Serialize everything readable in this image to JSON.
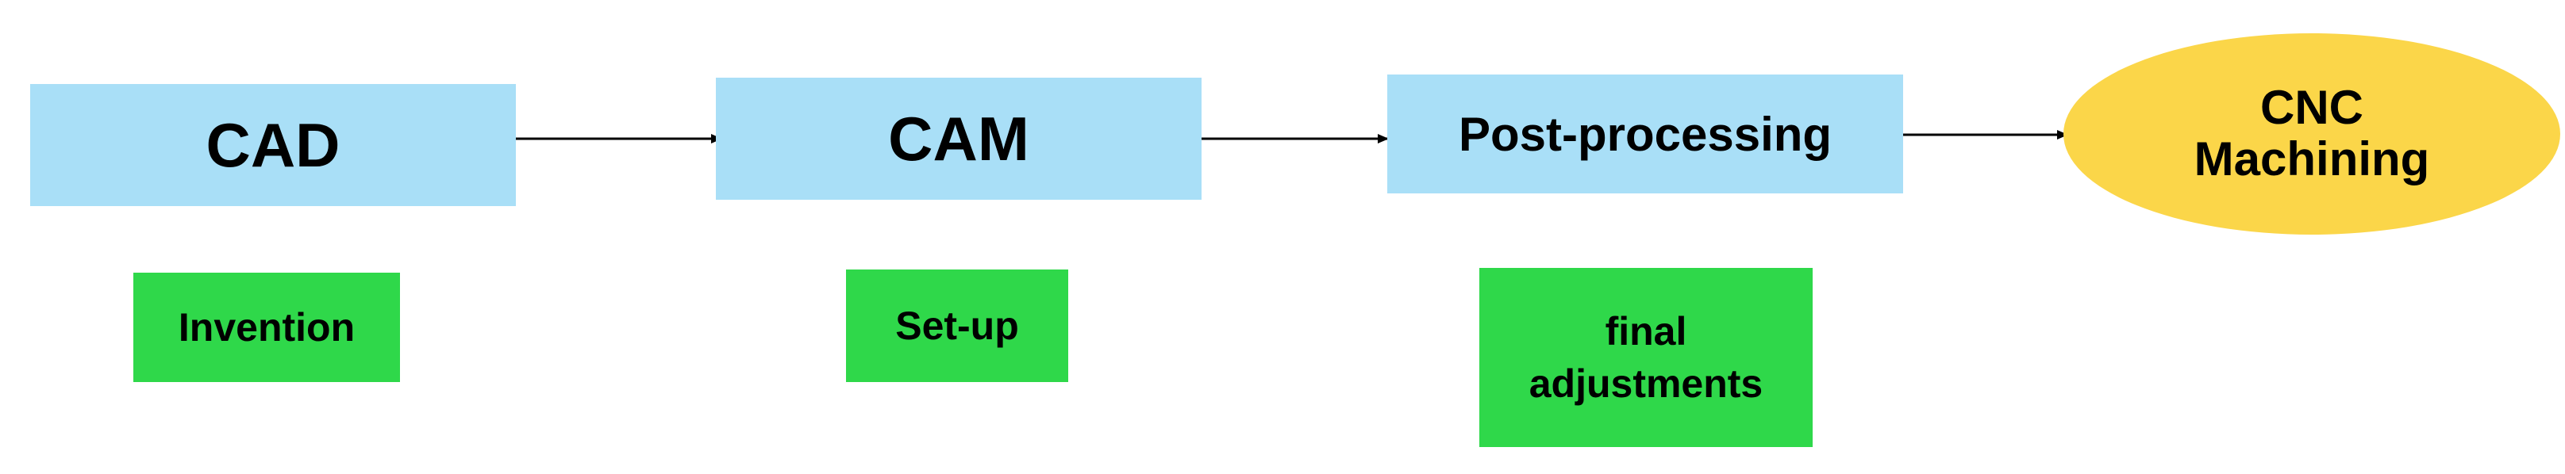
{
  "diagram": {
    "steps": [
      {
        "id": "cad",
        "label": "CAD"
      },
      {
        "id": "cam",
        "label": "CAM"
      },
      {
        "id": "post",
        "label": "Post-processing"
      },
      {
        "id": "cnc",
        "label": "CNC\nMachining"
      }
    ],
    "notes": [
      {
        "id": "invention",
        "label": "Invention"
      },
      {
        "id": "setup",
        "label": "Set-up"
      },
      {
        "id": "final",
        "label": "final\nadjustments"
      }
    ],
    "colors": {
      "step_fill": "#a9dff7",
      "terminal_fill": "#fbd649",
      "note_fill": "#2fd84a",
      "arrow": "#000000",
      "text": "#000000"
    }
  }
}
